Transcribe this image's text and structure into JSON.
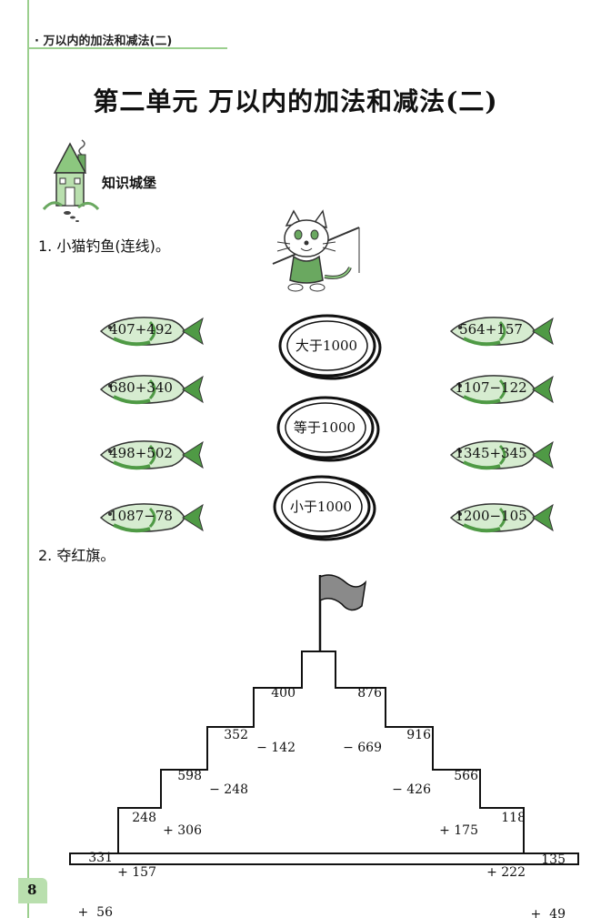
{
  "header": {
    "running_title": "· 万以内的加法和减法(二)"
  },
  "title": "第二单元   万以内的加法和减法(二)",
  "section": {
    "title": "知识城堡"
  },
  "question1": {
    "label": "1. 小猫钓鱼(连线)。",
    "left_fish": [
      "407+492",
      "680+340",
      "498+502",
      "1087−78"
    ],
    "coins": [
      "大于1000",
      "等于1000",
      "小于1000"
    ],
    "right_fish": [
      "564+157",
      "1107−122",
      "1345+345",
      "1200−105"
    ]
  },
  "question2": {
    "label": "2. 夺红旗。",
    "left_steps": [
      {
        "top": "331",
        "bottom": "+  56"
      },
      {
        "top": "248",
        "bottom": "+ 157"
      },
      {
        "top": "598",
        "bottom": "+ 306"
      },
      {
        "top": "352",
        "bottom": "− 248"
      },
      {
        "top": "400",
        "bottom": "− 142"
      }
    ],
    "right_steps": [
      {
        "top": "876",
        "bottom": "− 669"
      },
      {
        "top": "916",
        "bottom": "− 426"
      },
      {
        "top": "566",
        "bottom": "+ 175"
      },
      {
        "top": "118",
        "bottom": "+ 222"
      },
      {
        "top": "135",
        "bottom": "+  49"
      }
    ]
  },
  "page_number": "8",
  "colors": {
    "accent_green": "#9bcf8e",
    "fish_green": "#4f9a45",
    "flag_gray": "#8a8a8a"
  },
  "icons": [
    "castle-icon",
    "cat-illustration",
    "fish-icon",
    "coin-icon",
    "flag-icon"
  ]
}
